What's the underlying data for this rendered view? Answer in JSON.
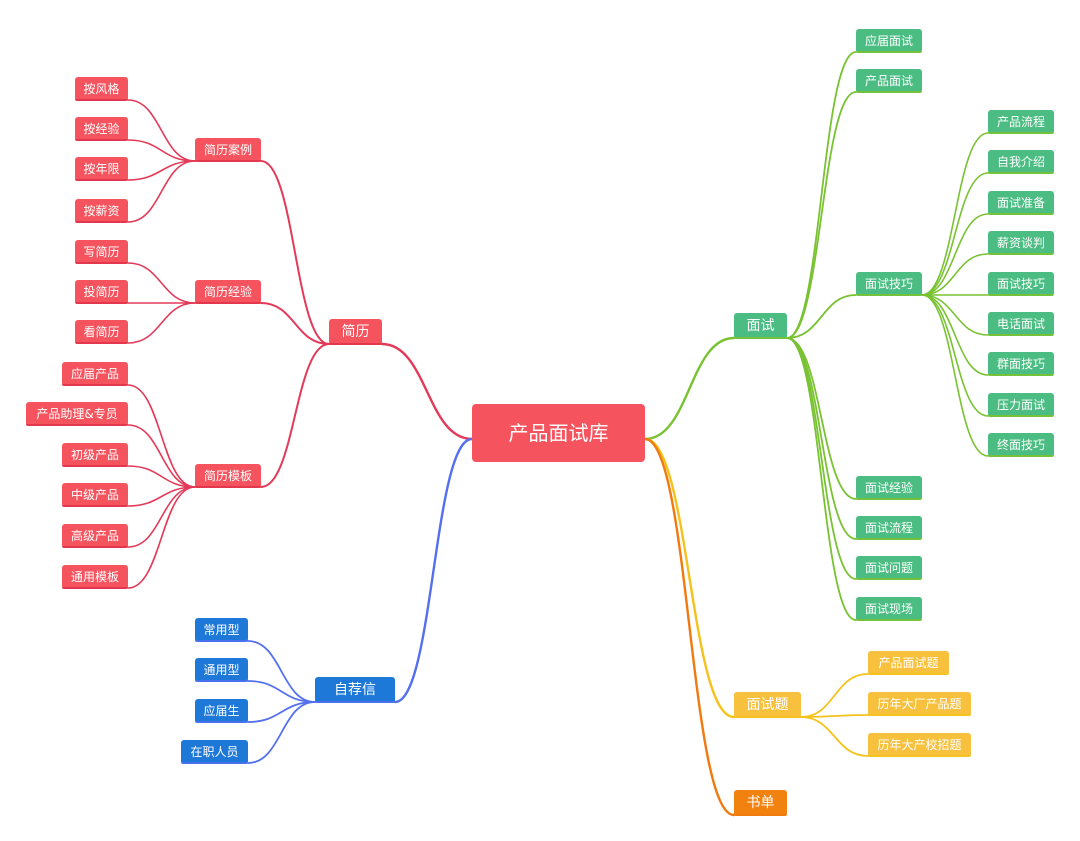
{
  "root": {
    "label": "产品面试库"
  },
  "branches": {
    "resume": {
      "label": "简历",
      "color": "#f5545e",
      "case": {
        "label": "简历案例",
        "items": [
          "按风格",
          "按经验",
          "按年限",
          "按薪资"
        ]
      },
      "exp": {
        "label": "简历经验",
        "items": [
          "写简历",
          "投简历",
          "看简历"
        ]
      },
      "tpl": {
        "label": "简历模板",
        "items": [
          "应届产品",
          "产品助理&专员",
          "初级产品",
          "中级产品",
          "高级产品",
          "通用模板"
        ]
      }
    },
    "cover": {
      "label": "自荐信",
      "color": "#1e78d8",
      "items": [
        "常用型",
        "通用型",
        "应届生",
        "在职人员"
      ]
    },
    "interview": {
      "label": "面试",
      "color": "#4bbd82",
      "items_top": [
        "应届面试",
        "产品面试"
      ],
      "skills": {
        "label": "面试技巧",
        "items": [
          "产品流程",
          "自我介绍",
          "面试准备",
          "薪资谈判",
          "面试技巧",
          "电话面试",
          "群面技巧",
          "压力面试",
          "终面技巧"
        ]
      },
      "items_bottom": [
        "面试经验",
        "面试流程",
        "面试问题",
        "面试现场"
      ]
    },
    "questions": {
      "label": "面试题",
      "color": "#f7c13e",
      "items": [
        "产品面试题",
        "历年大厂产品题",
        "历年大产校招题"
      ]
    },
    "books": {
      "label": "书单",
      "color": "#f2820f"
    }
  }
}
